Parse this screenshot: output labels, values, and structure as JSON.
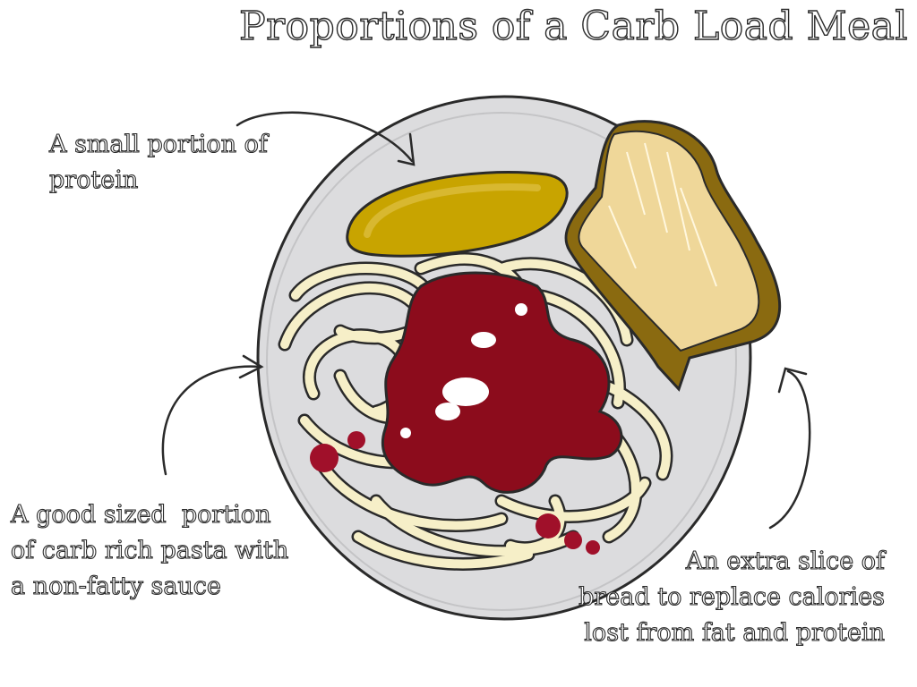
{
  "title": "Proportions of a Carb Load Meal",
  "labels": {
    "protein": [
      "A small portion of",
      "protein"
    ],
    "pasta": [
      "A good sized  portion",
      "of carb rich pasta with",
      "a non-fatty sauce"
    ],
    "bread": [
      "An extra slice of",
      "bread to replace calories",
      "lost from fat and protein"
    ]
  },
  "colors": {
    "plate": "#dcdcde",
    "outline": "#2a2a2a",
    "protein": "#c8a400",
    "bread": "#efd799",
    "crust": "#8a6a10",
    "sauce": "#8c0c1c",
    "pasta": "#f6efc8"
  }
}
